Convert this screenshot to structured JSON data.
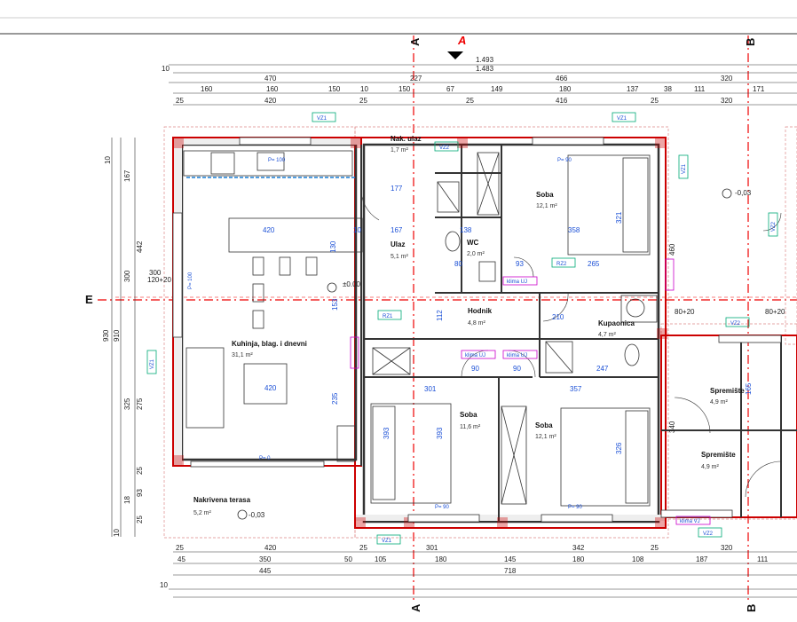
{
  "sections": {
    "a_top": "A",
    "a_red": "A",
    "b_top": "B",
    "e_left": "E",
    "a_bottom": "A",
    "b_bottom": "B"
  },
  "top_dims": {
    "row1": [
      "1.493"
    ],
    "row2": [
      "1.483"
    ],
    "row3": [
      "10",
      "470",
      "227",
      "466",
      "320"
    ],
    "row4": [
      "160",
      "160",
      "150",
      "10",
      "150",
      "67",
      "149",
      "180",
      "137",
      "38",
      "111",
      "171"
    ],
    "row5": [
      "25",
      "420",
      "25",
      "25",
      "416",
      "25",
      "320"
    ]
  },
  "bottom_dims": {
    "row1": [
      "25",
      "420",
      "25",
      "301",
      "342",
      "25",
      "320"
    ],
    "row2": [
      "45",
      "350",
      "50",
      "105",
      "180",
      "145",
      "180",
      "108",
      "187",
      "111"
    ],
    "row3": [
      "445",
      "718"
    ],
    "row4": [
      "10"
    ]
  },
  "left_dims": [
    "10",
    "167",
    "442",
    "300",
    "930",
    "910",
    "325",
    "275",
    "25",
    "93",
    "18",
    "25",
    "10"
  ],
  "rooms": {
    "nak_ulaz": {
      "name": "Nak. ulaz",
      "area": "1,7 m²"
    },
    "ulaz": {
      "name": "Ulaz",
      "area": "5,1 m²"
    },
    "wc": {
      "name": "WC",
      "area": "2,0 m²"
    },
    "soba1": {
      "name": "Soba",
      "area": "12,1 m²"
    },
    "hodnik": {
      "name": "Hodnik",
      "area": "4,8 m²"
    },
    "kupaonica": {
      "name": "Kupaonica",
      "area": "4,7 m²"
    },
    "kuhinja": {
      "name": "Kuhinja, blag. i dnevni",
      "area": "31,1 m²"
    },
    "soba2": {
      "name": "Soba",
      "area": "11,6 m²"
    },
    "soba3": {
      "name": "Soba",
      "area": "12,1 m²"
    },
    "spremiste1": {
      "name": "Spremište",
      "area": "4,9 m²"
    },
    "spremiste2": {
      "name": "Spremište",
      "area": "4,9 m²"
    },
    "terasa": {
      "name": "Nakrivena terasa",
      "area": "5,2 m²"
    }
  },
  "levels": {
    "zero": "±0.00",
    "m003a": "-0,03",
    "m003b": "-0,03"
  },
  "tags": {
    "vz1": "VZ1",
    "vz2": "VZ2",
    "rz1": "RZ1",
    "rz2": "RZ2",
    "klima": "klima UJ",
    "klima_vj": "klima VJ",
    "pv90": "P= 90",
    "pv100": "P= 100",
    "pv0": "P= 0"
  },
  "inner_dims": {
    "d420a": "420",
    "d420b": "420",
    "d358": "358",
    "d265": "265",
    "d301": "301",
    "d357": "357",
    "d247": "247",
    "d167": "167",
    "d177": "177",
    "d130": "130",
    "d10": "10",
    "d138": "138",
    "d80": "80",
    "d210": "210",
    "d93": "93",
    "d90": "90",
    "d112": "112",
    "d393a": "393",
    "d393b": "393",
    "d326": "326",
    "d321": "321",
    "d235": "235",
    "d153": "153",
    "d460": "460",
    "d340": "340",
    "d165": "165",
    "d300": "300",
    "d120": "120+20",
    "d80x": "80+20"
  }
}
